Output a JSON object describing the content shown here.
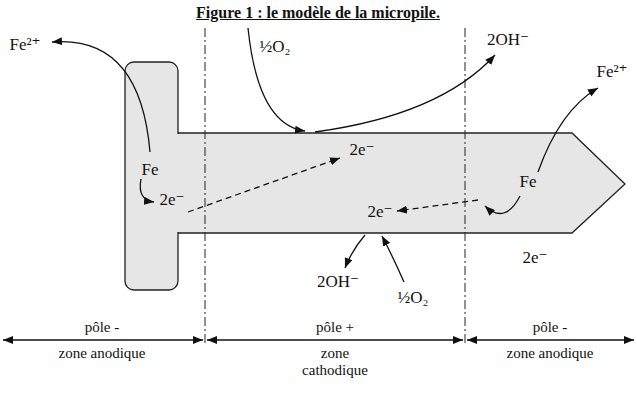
{
  "diagram": {
    "title": "Figure 1 : le modèle de la micropile.",
    "labels": [
      "Fe²⁺",
      "½O₂",
      "2OH⁻",
      "Fe²⁺",
      "Fe",
      "2e⁻",
      "2e⁻",
      "Fe",
      "2e⁻",
      "2e⁻",
      "2OH⁻",
      "½O₂",
      "pôle -",
      "pôle +",
      "pôle -",
      "zone anodique",
      "zone cathodique",
      "zone anodique"
    ]
  }
}
